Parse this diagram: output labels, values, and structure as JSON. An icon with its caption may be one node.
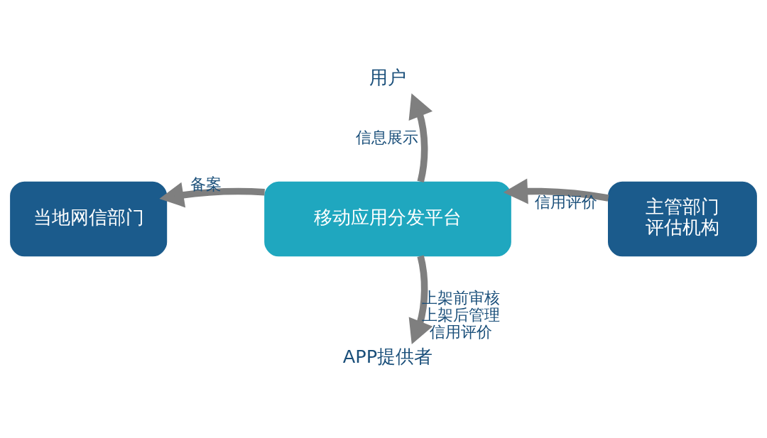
{
  "diagram": {
    "nodes": [
      {
        "text": [
          "用户"
        ]
      },
      {
        "text": [
          "当地网信部门"
        ]
      },
      {
        "text": [
          "移动应用分发平台"
        ]
      },
      {
        "text": [
          "主管部门",
          "评估机构"
        ]
      },
      {
        "text": [
          "APP提供者"
        ]
      }
    ],
    "edges": [
      {
        "from": 2,
        "to": 0,
        "arrow": "to",
        "label": "信息展示"
      },
      {
        "from": 2,
        "to": 1,
        "arrow": "to",
        "label": "备案"
      },
      {
        "from": 3,
        "to": 2,
        "arrow": "to",
        "label": "信用评价"
      },
      {
        "from": 2,
        "to": 4,
        "arrow": "to",
        "label": "上架前审核上架后管理信用评价"
      }
    ]
  }
}
